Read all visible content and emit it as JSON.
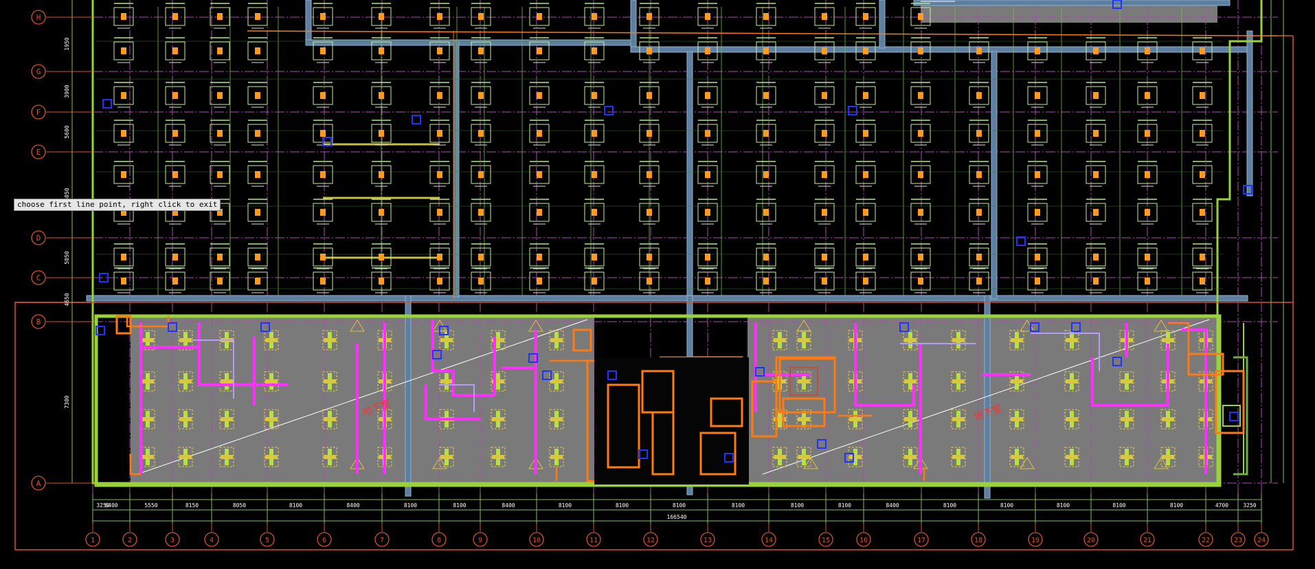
{
  "tooltip": "choose first line point, right click to exit",
  "row_axes": [
    "H",
    "G",
    "F",
    "E",
    "D",
    "C",
    "B",
    "A"
  ],
  "col_axes": [
    "1",
    "2",
    "3",
    "4",
    "5",
    "6",
    "7",
    "8",
    "9",
    "10",
    "11",
    "12",
    "13",
    "14",
    "15",
    "16",
    "17",
    "18",
    "19",
    "20",
    "21",
    "22",
    "23",
    "24"
  ],
  "bay_dims": [
    "3250",
    "6400",
    "5550",
    "8150",
    "8050",
    "8100",
    "8400",
    "8100",
    "8100",
    "8400",
    "8100",
    "8100",
    "8100",
    "8100",
    "8100",
    "8100",
    "8400",
    "8100",
    "8100",
    "8100",
    "8100",
    "8100",
    "4700",
    "3250"
  ],
  "total_dim": "166540",
  "row_dims": [
    "1950",
    "3900",
    "5600",
    "5050",
    "5050",
    "4650",
    "7300"
  ],
  "annotations": {
    "zone_label_left": "地下室",
    "zone_label_right": "地下室"
  },
  "colors": {
    "background": "#000000",
    "axis": "#d9532b",
    "grid": "#b04ab5",
    "structure": "#9ad23c",
    "wall": "#5f7fa0",
    "magenta": "#ff30ff",
    "gray_zone": "#7a7a7a",
    "blue": "#1e33ff",
    "white": "#ffffff",
    "orange": "#ff7a10",
    "red_text": "#ff3030"
  }
}
